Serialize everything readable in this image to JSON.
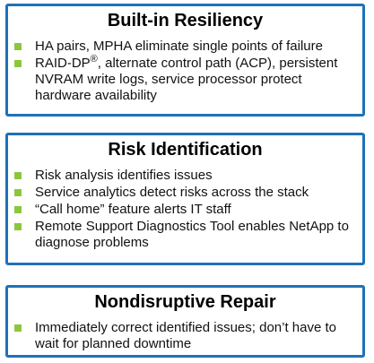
{
  "sections": [
    {
      "title": "Built-in Resiliency",
      "bullets": [
        "HA pairs, MPHA eliminate single points of failure",
        "RAID-DP",
        "®",
        ", alternate control path (ACP), persistent NVRAM write logs, service processor protect hardware availability"
      ]
    },
    {
      "title": "Risk Identification",
      "bullets": [
        "Risk analysis identifies issues",
        "Service analytics detect risks across the stack",
        "“Call home” feature alerts IT staff",
        "Remote Support Diagnostics Tool enables NetApp to diagnose problems"
      ]
    },
    {
      "title": "Nondisruptive Repair",
      "bullets": [
        "Immediately correct identified issues; don’t have to wait for planned downtime"
      ]
    }
  ],
  "colors": {
    "border": "#1f71b8",
    "bullet": "#8cc63e"
  }
}
